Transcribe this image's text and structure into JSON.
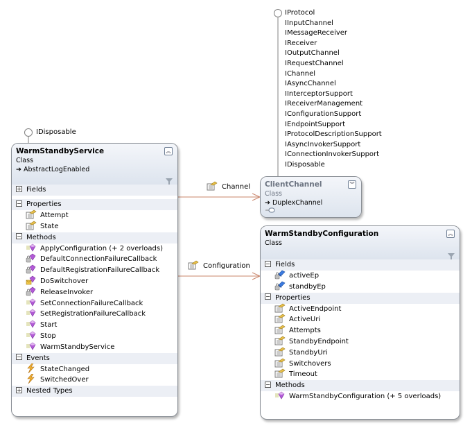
{
  "diagram": {
    "colors": {
      "association_line": "#c8846a",
      "header_gradient_top": "#f4f6fa",
      "header_gradient_bottom": "#dde4ee",
      "compartment_bg": "#eceff5",
      "lollipop": "#808080"
    },
    "lollipops": {
      "warm_standby_service": [
        "IDisposable"
      ],
      "client_channel": [
        "IProtocol",
        "IInputChannel",
        "IMessageReceiver",
        "IReceiver",
        "IOutputChannel",
        "IRequestChannel",
        "IChannel",
        "IAsyncChannel",
        "IInterceptorSupport",
        "IReceiverManagement",
        "IConfigurationSupport",
        "IEndpointSupport",
        "IProtocolDescriptionSupport",
        "IAsyncInvokerSupport",
        "IConnectionInvokerSupport",
        "IDisposable"
      ]
    },
    "associations": [
      {
        "label": "Channel",
        "icon": "property-icon",
        "from": "WarmStandbyService",
        "to": "ClientChannel"
      },
      {
        "label": "Configuration",
        "icon": "property-icon",
        "from": "WarmStandbyService",
        "to": "WarmStandbyConfiguration"
      }
    ],
    "shapes": {
      "warm_standby_service": {
        "name": "WarmStandbyService",
        "kind": "Class",
        "base": "AbstractLogEnabled",
        "collapse_icon": "chevron-up-double-icon",
        "compartments": {
          "fields": {
            "label": "Fields",
            "toggle": "+"
          },
          "properties": {
            "label": "Properties",
            "toggle": "−",
            "members": [
              {
                "name": "Attempt",
                "icon": "property-icon"
              },
              {
                "name": "State",
                "icon": "property-icon"
              }
            ]
          },
          "methods": {
            "label": "Methods",
            "toggle": "−",
            "members": [
              {
                "name": "ApplyConfiguration (+ 2 overloads)",
                "icon": "public-method-icon"
              },
              {
                "name": "DefaultConnectionFailureCallback",
                "icon": "private-method-icon"
              },
              {
                "name": "DefaultRegistrationFailureCallback",
                "icon": "private-method-icon"
              },
              {
                "name": "DoSwitchover",
                "icon": "protected-method-icon"
              },
              {
                "name": "ReleaseInvoker",
                "icon": "private-method-icon"
              },
              {
                "name": "SetConnectionFailureCallback",
                "icon": "public-method-icon"
              },
              {
                "name": "SetRegistrationFailureCallback",
                "icon": "public-method-icon"
              },
              {
                "name": "Start",
                "icon": "public-method-icon"
              },
              {
                "name": "Stop",
                "icon": "public-method-icon"
              },
              {
                "name": "WarmStandbyService",
                "icon": "public-method-icon"
              }
            ]
          },
          "events": {
            "label": "Events",
            "toggle": "−",
            "members": [
              {
                "name": "StateChanged",
                "icon": "event-icon"
              },
              {
                "name": "SwitchedOver",
                "icon": "event-icon"
              }
            ]
          },
          "nested_types": {
            "label": "Nested Types",
            "toggle": "+"
          }
        }
      },
      "client_channel": {
        "name": "ClientChannel",
        "kind": "Class",
        "base": "DuplexChannel",
        "collapse_icon": "chevron-down-double-icon"
      },
      "warm_standby_configuration": {
        "name": "WarmStandbyConfiguration",
        "kind": "Class",
        "collapse_icon": "chevron-up-double-icon",
        "compartments": {
          "fields": {
            "label": "Fields",
            "toggle": "−",
            "members": [
              {
                "name": "activeEp",
                "icon": "private-field-icon"
              },
              {
                "name": "standbyEp",
                "icon": "private-field-icon"
              }
            ]
          },
          "properties": {
            "label": "Properties",
            "toggle": "−",
            "members": [
              {
                "name": "ActiveEndpoint",
                "icon": "property-icon"
              },
              {
                "name": "ActiveUri",
                "icon": "property-icon"
              },
              {
                "name": "Attempts",
                "icon": "property-icon"
              },
              {
                "name": "StandbyEndpoint",
                "icon": "property-icon"
              },
              {
                "name": "StandbyUri",
                "icon": "property-icon"
              },
              {
                "name": "Switchovers",
                "icon": "property-icon"
              },
              {
                "name": "Timeout",
                "icon": "property-icon"
              }
            ]
          },
          "methods": {
            "label": "Methods",
            "toggle": "−",
            "members": [
              {
                "name": "WarmStandbyConfiguration (+ 5 overloads)",
                "icon": "public-method-icon"
              }
            ]
          }
        }
      }
    }
  }
}
